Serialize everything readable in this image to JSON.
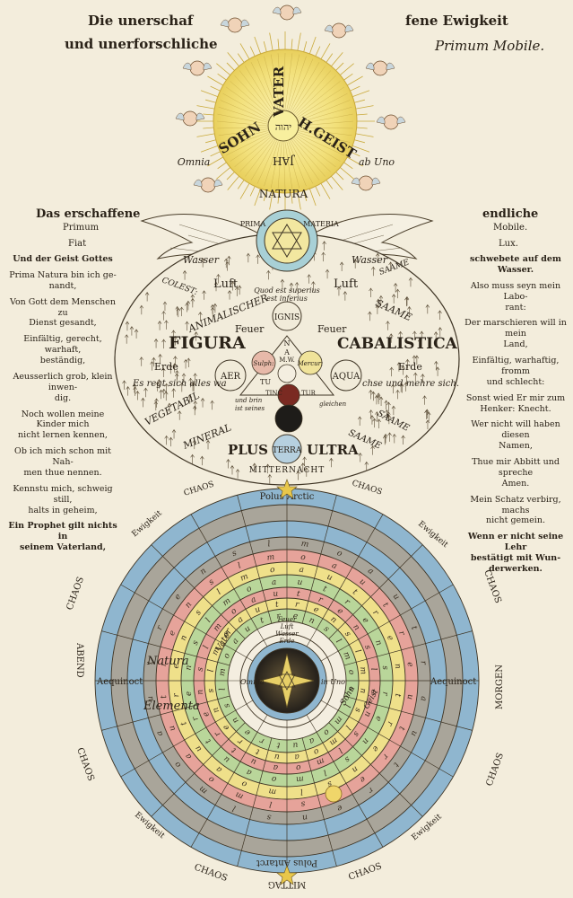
{
  "header": {
    "left_line1": "Die unerschaf",
    "left_line2": "und unerforschliche",
    "right_line1": "fene Ewigkeit",
    "right_line2": "Primum Mobile."
  },
  "sun": {
    "vater": "VATER",
    "sohn": "SOHN",
    "geist": "H.GEIST",
    "tetragram": "יהוה",
    "jah": "JAH",
    "omnia": "Omnia",
    "ab_uno": "ab Uno",
    "natura": "NATURA"
  },
  "left_heading": {
    "title": "Das erschaffene",
    "sub1": "Primum",
    "sub2": "Fiat"
  },
  "right_heading": {
    "title": "endliche",
    "sub1": "Mobile.",
    "sub2": "Lux."
  },
  "left_column": [
    "Und der Geist Gottes",
    "Prima Natura bin ich ge-",
    "nandt,",
    "Von Gott dem Menschen zu",
    "Dienst gesandt,",
    "Einfältig, gerecht, warhaft,",
    "beständig,",
    "Aeusserlich grob, klein inwen-",
    "dig.",
    "Noch wollen meine Kinder mich",
    "nicht lernen kennen,",
    "Ob ich mich schon mit Nah-",
    "men thue nennen.",
    "Kennstu mich, schweig still,",
    "halts in geheim,",
    "Ein Prophet gilt nichts in",
    "seinem Vaterland,"
  ],
  "right_column": [
    "schwebete auf dem Wasser.",
    "Also muss seyn mein Labo-",
    "rant:",
    "Der marschieren will in mein",
    "Land,",
    "Einfältig, warhaftig, fromm",
    "und schlecht:",
    "Sonst wied Er mir zum",
    "Henker: Knecht.",
    "Wer nicht will haben diesen",
    "Namen,",
    "Thue mir Abbitt und spreche",
    "Amen.",
    "Mein Schatz verbirg, machs",
    "nicht gemein.",
    "Wenn er nicht seine Lehr",
    "bestätigt mit Wun-",
    "derwerken."
  ],
  "middle": {
    "prima": "PRIMA",
    "materia": "MATERIA",
    "wasser_l": "Wasser",
    "wasser_r": "Wasser",
    "colest": "COLEST:",
    "saame_top": "SAAME",
    "luft_l": "Luft",
    "luft_r": "Luft",
    "quod_est": "Quod est superius",
    "est_inferius": "est inferius",
    "animalischer": "ANIMALISCHER",
    "saame": "SAAME",
    "figura": "FIGURA",
    "cabalistica": "CABALISTICA",
    "feuer_l": "Feuer",
    "feuer_r": "Feuer",
    "ignis": "IGNIS",
    "n": "N",
    "a": "A",
    "sulph": "Sulph:",
    "mw": "M.W.",
    "mercur": "Mercur:",
    "erde_l": "Erde",
    "erde_r": "Erde",
    "aer": "AER",
    "aqua": "AQUA",
    "es_regt": "Es regt sich alles wa",
    "chse": "chse und mehre sich.",
    "tu": "TU",
    "tinc": "TINC",
    "tur": "TUR",
    "und_brin": "und brin",
    "ist_seines": "ist seines",
    "gleichen": "gleichen",
    "vegetabil": "VEGETABIL",
    "saame_lower": "SAAME",
    "mineral": "MINERAL",
    "saame_bottom": "SAAME",
    "plus": "PLUS",
    "terra": "TERRA",
    "ultra": "ULTRA",
    "mitternacht": "MITTERNACHT",
    "chaos_l": "CHAOS",
    "chaos_r": "CHAOS"
  },
  "wheel": {
    "polus_arctic": "Polus Arctic",
    "polus_antarct": "Polus Antarct",
    "ewigkeit_tl": "Ewigkeit",
    "ewigkeit_tr": "Ewigkeit",
    "ewigkeit_bl": "Ewigkeit",
    "ewigkeit_br": "Ewigkeit",
    "chaos_l": "CHAOS",
    "chaos_r": "CHAOS",
    "chaos_bl": "CHAOS",
    "chaos_br": "CHAOS",
    "chaos_bottom_l": "CHAOS",
    "chaos_bottom_r": "CHAOS",
    "abend": "ABEND",
    "morgen": "MORGEN",
    "mittag": "MITTAG",
    "equinoct_l": "Aequinoct",
    "equinoct_r": "Aequinoct",
    "natura": "Natura",
    "elementa": "Elementa",
    "vater": "Vater",
    "omnia": "Omnia",
    "in_uno": "in Uno",
    "feuer": "Feuer",
    "luft": "Luft",
    "wasser": "Wasser",
    "erde": "Erde",
    "sohn": "Sohn",
    "geist": "Geist"
  },
  "colors": {
    "paper": "#f3eddc",
    "sun": "#f2e07a",
    "ring_blue": "#8fb6cf",
    "ring_gray": "#a9a59a",
    "ring_pink": "#e6a39a",
    "ring_yellow": "#efe08a",
    "ring_green": "#b9d69a",
    "center_dark": "#2e2a25"
  }
}
